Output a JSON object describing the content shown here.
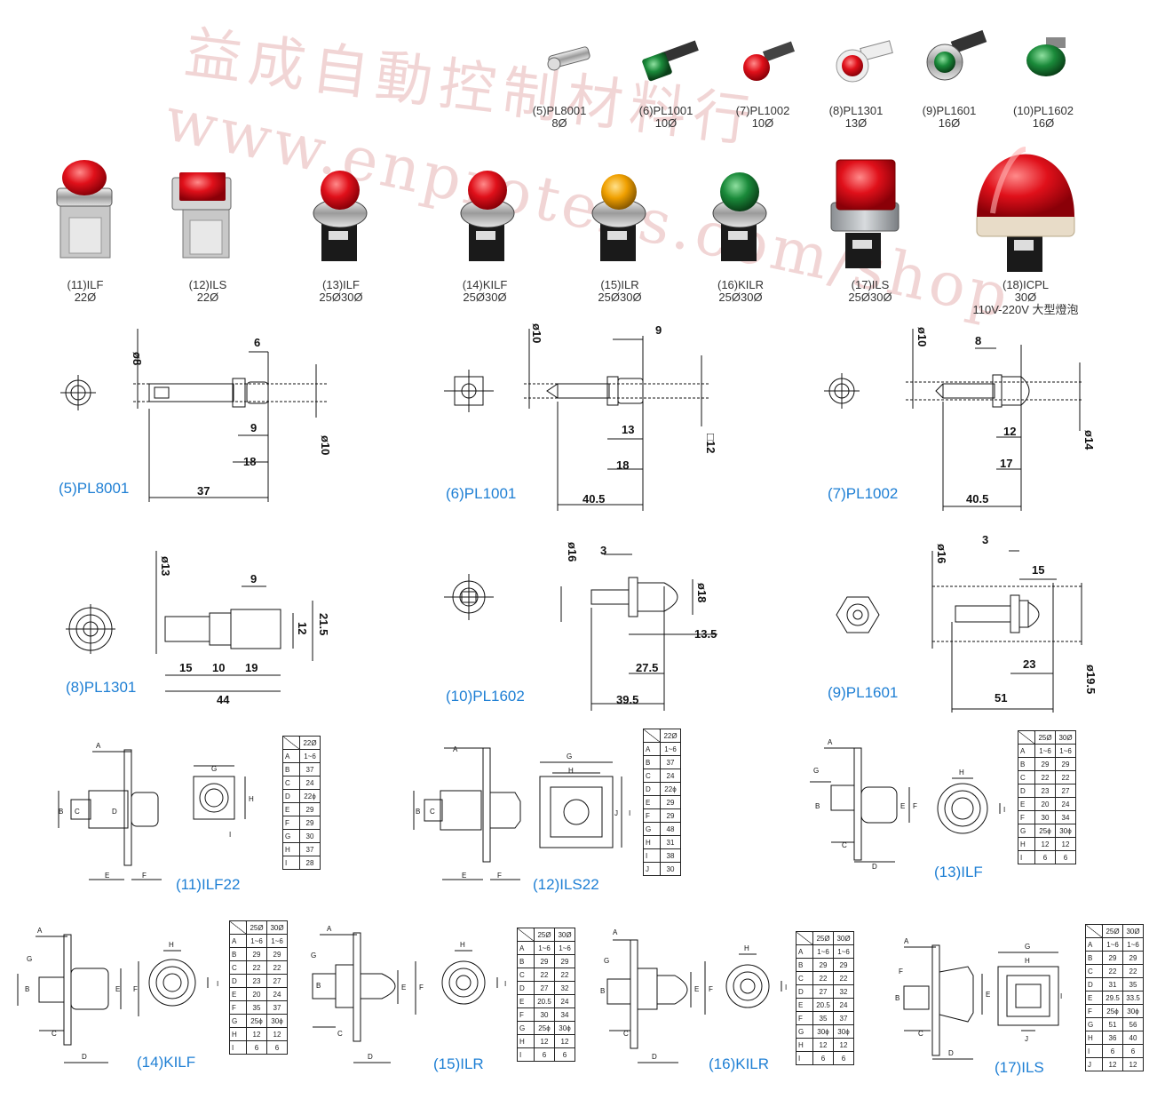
{
  "watermark": {
    "line1": "益成自動控制材料行",
    "line2": "www.enproteks.com/shop"
  },
  "top_products": [
    {
      "code": "(5)PL8001",
      "size": "8Ø"
    },
    {
      "code": "(6)PL1001",
      "size": "10Ø"
    },
    {
      "code": "(7)PL1002",
      "size": "10Ø"
    },
    {
      "code": "(8)PL1301",
      "size": "13Ø"
    },
    {
      "code": "(9)PL1601",
      "size": "16Ø"
    },
    {
      "code": "(10)PL1602",
      "size": "16Ø"
    }
  ],
  "big_products": [
    {
      "code": "(11)ILF",
      "size": "22Ø"
    },
    {
      "code": "(12)ILS",
      "size": "22Ø"
    },
    {
      "code": "(13)ILF",
      "size": "25Ø30Ø"
    },
    {
      "code": "(14)KILF",
      "size": "25Ø30Ø"
    },
    {
      "code": "(15)ILR",
      "size": "25Ø30Ø"
    },
    {
      "code": "(16)KILR",
      "size": "25Ø30Ø"
    },
    {
      "code": "(17)ILS",
      "size": "25Ø30Ø"
    },
    {
      "code": "(18)ICPL",
      "size": "30Ø",
      "note": "110V-220V 大型燈泡"
    }
  ],
  "drawings": {
    "pl8001": {
      "label": "(5)PL8001",
      "dims": [
        "ø8",
        "6",
        "9",
        "18",
        "37",
        "ø10"
      ]
    },
    "pl1001": {
      "label": "(6)PL1001",
      "dims": [
        "ø10",
        "9",
        "13",
        "18",
        "40.5",
        "□12"
      ]
    },
    "pl1002": {
      "label": "(7)PL1002",
      "dims": [
        "ø10",
        "8",
        "12",
        "17",
        "40.5",
        "ø14"
      ]
    },
    "pl1301": {
      "label": "(8)PL1301",
      "dims": [
        "ø13",
        "9",
        "12",
        "21.5",
        "15",
        "10",
        "19",
        "44"
      ]
    },
    "pl1602": {
      "label": "(10)PL1602",
      "dims": [
        "ø16",
        "3",
        "ø18",
        "13.5",
        "27.5",
        "39.5"
      ]
    },
    "pl1601": {
      "label": "(9)PL1601",
      "dims": [
        "ø16",
        "3",
        "15",
        "23",
        "51",
        "ø19.5"
      ]
    }
  },
  "letters": [
    "A",
    "B",
    "C",
    "D",
    "E",
    "F",
    "G",
    "H",
    "I",
    "J"
  ],
  "tables": {
    "ilf22": {
      "label": "(11)ILF22",
      "headers": [
        "22Ø"
      ],
      "rows": [
        [
          "A",
          "1~6"
        ],
        [
          "B",
          "37"
        ],
        [
          "C",
          "24"
        ],
        [
          "D",
          "22ϕ"
        ],
        [
          "E",
          "29"
        ],
        [
          "F",
          "29"
        ],
        [
          "G",
          "30"
        ],
        [
          "H",
          "37"
        ],
        [
          "I",
          "28"
        ]
      ]
    },
    "ils22": {
      "label": "(12)ILS22",
      "headers": [
        "22Ø"
      ],
      "rows": [
        [
          "A",
          "1~6"
        ],
        [
          "B",
          "37"
        ],
        [
          "C",
          "24"
        ],
        [
          "D",
          "22ϕ"
        ],
        [
          "E",
          "29"
        ],
        [
          "F",
          "29"
        ],
        [
          "G",
          "48"
        ],
        [
          "H",
          "31"
        ],
        [
          "I",
          "38"
        ],
        [
          "J",
          "30"
        ]
      ]
    },
    "ilf": {
      "label": "(13)ILF",
      "headers": [
        "25Ø",
        "30Ø"
      ],
      "rows": [
        [
          "A",
          "1~6",
          "1~6"
        ],
        [
          "B",
          "29",
          "29"
        ],
        [
          "C",
          "22",
          "22"
        ],
        [
          "D",
          "23",
          "27"
        ],
        [
          "E",
          "20",
          "24"
        ],
        [
          "F",
          "30",
          "34"
        ],
        [
          "G",
          "25ϕ",
          "30ϕ"
        ],
        [
          "H",
          "12",
          "12"
        ],
        [
          "I",
          "6",
          "6"
        ]
      ]
    },
    "kilf": {
      "label": "(14)KILF",
      "headers": [
        "25Ø",
        "30Ø"
      ],
      "rows": [
        [
          "A",
          "1~6",
          "1~6"
        ],
        [
          "B",
          "29",
          "29"
        ],
        [
          "C",
          "22",
          "22"
        ],
        [
          "D",
          "23",
          "27"
        ],
        [
          "E",
          "20",
          "24"
        ],
        [
          "F",
          "35",
          "37"
        ],
        [
          "G",
          "25ϕ",
          "30ϕ"
        ],
        [
          "H",
          "12",
          "12"
        ],
        [
          "I",
          "6",
          "6"
        ]
      ]
    },
    "ilr": {
      "label": "(15)ILR",
      "headers": [
        "25Ø",
        "30Ø"
      ],
      "rows": [
        [
          "A",
          "1~6",
          "1~6"
        ],
        [
          "B",
          "29",
          "29"
        ],
        [
          "C",
          "22",
          "22"
        ],
        [
          "D",
          "27",
          "32"
        ],
        [
          "E",
          "20.5",
          "24"
        ],
        [
          "F",
          "30",
          "34"
        ],
        [
          "G",
          "25ϕ",
          "30ϕ"
        ],
        [
          "H",
          "12",
          "12"
        ],
        [
          "I",
          "6",
          "6"
        ]
      ]
    },
    "kilr": {
      "label": "(16)KILR",
      "headers": [
        "25Ø",
        "30Ø"
      ],
      "rows": [
        [
          "A",
          "1~6",
          "1~6"
        ],
        [
          "B",
          "29",
          "29"
        ],
        [
          "C",
          "22",
          "22"
        ],
        [
          "D",
          "27",
          "32"
        ],
        [
          "E",
          "20.5",
          "24"
        ],
        [
          "F",
          "35",
          "37"
        ],
        [
          "G",
          "30ϕ",
          "30ϕ"
        ],
        [
          "H",
          "12",
          "12"
        ],
        [
          "I",
          "6",
          "6"
        ]
      ]
    },
    "ils": {
      "label": "(17)ILS",
      "headers": [
        "25Ø",
        "30Ø"
      ],
      "rows": [
        [
          "A",
          "1~6",
          "1~6"
        ],
        [
          "B",
          "29",
          "29"
        ],
        [
          "C",
          "22",
          "22"
        ],
        [
          "D",
          "31",
          "35"
        ],
        [
          "E",
          "29.5",
          "33.5"
        ],
        [
          "F",
          "25ϕ",
          "30ϕ"
        ],
        [
          "G",
          "51",
          "56"
        ],
        [
          "H",
          "36",
          "40"
        ],
        [
          "I",
          "6",
          "6"
        ],
        [
          "J",
          "12",
          "12"
        ]
      ]
    }
  },
  "colors": {
    "label_blue": "#1e7fd4",
    "lamp_red": "#e0101a",
    "lamp_green": "#1a8a3a",
    "lamp_amber": "#f0a000"
  }
}
